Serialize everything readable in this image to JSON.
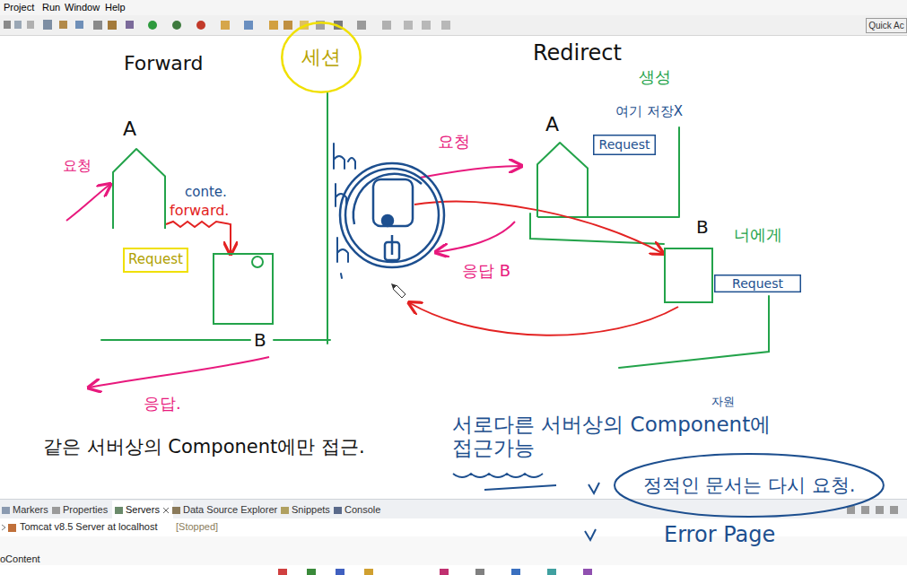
{
  "diagram": {
    "nodes": [
      {
        "text": [
          "Quick Ac"
        ]
      },
      {
        "text": [
          "세션"
        ]
      },
      {
        "text": [
          "A"
        ]
      },
      {
        "text": [
          "Request"
        ]
      },
      {
        "text": [
          "B"
        ]
      },
      {
        "text": [
          "A"
        ]
      },
      {
        "text": [
          "Request"
        ]
      },
      {
        "text": [
          "B"
        ]
      },
      {
        "text": [
          "Request"
        ]
      },
      {
        "text": [
          "정적인 문서는 다시 요청."
        ]
      }
    ],
    "edges": [
      {
        "from": 2,
        "to": 4,
        "arrow": "to",
        "label": "forward."
      }
    ],
    "labels": [
      "Project",
      "Run",
      "Window",
      "Help",
      "Forward",
      "Redirect",
      "생성",
      "여기 저장X",
      "요청",
      "conte.",
      "요청",
      "응답 B",
      "너에게",
      "응답.",
      "같은 서버상의 Component에만 접근.",
      "자원",
      "서로다른 서버상의 Component에 접근가능",
      "Error Page",
      "Markers",
      "Properties",
      "Servers",
      "Data Source Explorer",
      "Snippets",
      "Console",
      "Tomcat v8.5 Server at localhost",
      "[Stopped]",
      "oContent"
    ]
  }
}
